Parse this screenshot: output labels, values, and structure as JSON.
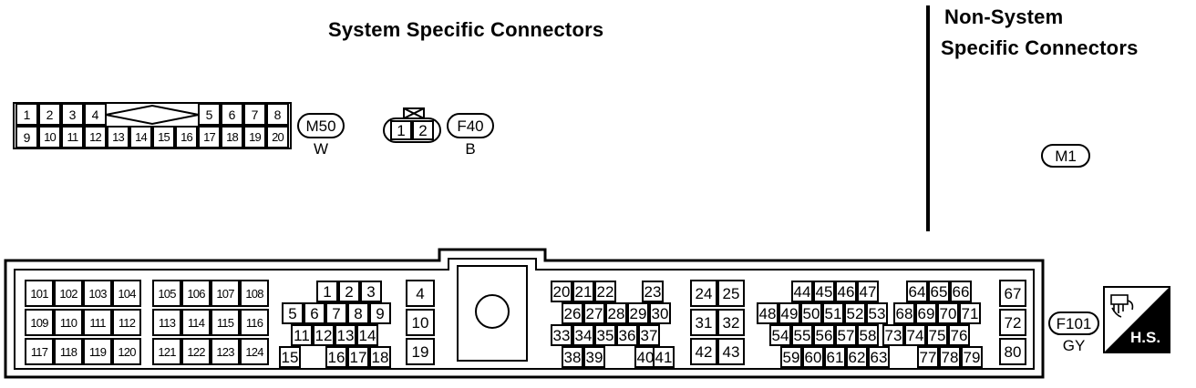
{
  "headings": {
    "system": "System Specific Connectors",
    "non_system_line1": "Non-System",
    "non_system_line2": "Specific Connectors"
  },
  "connectors": {
    "m50": {
      "tag": "M50",
      "color": "W",
      "top_row_left": [
        "1",
        "2",
        "3",
        "4"
      ],
      "top_row_right": [
        "5",
        "6",
        "7",
        "8"
      ],
      "bottom_row": [
        "9",
        "10",
        "11",
        "12",
        "13",
        "14",
        "15",
        "16",
        "17",
        "18",
        "19",
        "20"
      ]
    },
    "f40": {
      "tag": "F40",
      "color": "B",
      "pins": [
        "1",
        "2"
      ]
    },
    "m1": {
      "tag": "M1"
    },
    "f101": {
      "tag": "F101",
      "color": "GY",
      "badge": "H.S.",
      "block1": [
        [
          "101",
          "102",
          "103",
          "104"
        ],
        [
          "109",
          "110",
          "111",
          "112"
        ],
        [
          "117",
          "118",
          "119",
          "120"
        ]
      ],
      "block2": [
        [
          "105",
          "106",
          "107",
          "108"
        ],
        [
          "113",
          "114",
          "115",
          "116"
        ],
        [
          "121",
          "122",
          "123",
          "124"
        ]
      ],
      "block3": [
        [
          "1",
          "2",
          "3"
        ],
        [
          "5",
          "6",
          "7",
          "8",
          "9"
        ],
        [
          "11",
          "12",
          "13",
          "14"
        ],
        [
          "15",
          "16",
          "17",
          "18"
        ]
      ],
      "col4": [
        "4",
        "10",
        "19"
      ],
      "block5": [
        [
          "20",
          "21",
          "22",
          "23"
        ],
        [
          "26",
          "27",
          "28",
          "29",
          "30"
        ],
        [
          "33",
          "34",
          "35",
          "36",
          "37"
        ],
        [
          "38",
          "39",
          "40",
          "41"
        ]
      ],
      "block6": [
        [
          "24",
          "25"
        ],
        [
          "31",
          "32"
        ],
        [
          "42",
          "43"
        ]
      ],
      "block7": [
        [
          "44",
          "45",
          "46",
          "47",
          "64",
          "65",
          "66"
        ],
        [
          "48",
          "49",
          "50",
          "51",
          "52",
          "53",
          "68",
          "69",
          "70",
          "71"
        ],
        [
          "54",
          "55",
          "56",
          "57",
          "58",
          "73",
          "74",
          "75",
          "76"
        ],
        [
          "59",
          "60",
          "61",
          "62",
          "63",
          "77",
          "78",
          "79"
        ]
      ],
      "col8": [
        "67",
        "72",
        "80"
      ]
    }
  }
}
